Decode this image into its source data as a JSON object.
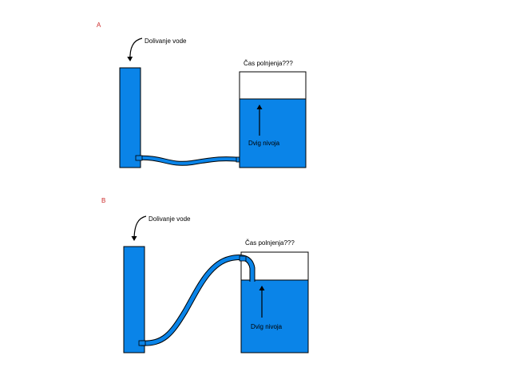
{
  "colors": {
    "water": "#0a84e8",
    "outline": "#000000",
    "panel_letter": "#cc2b2b",
    "background": "#ffffff"
  },
  "panels": [
    {
      "letter": "A",
      "refill_label": "Dolivanje vode",
      "fill_time_label": "Čas polnjenja???",
      "level_rise_label": "Dvig nivoja"
    },
    {
      "letter": "B",
      "refill_label": "Dolivanje vode",
      "fill_time_label": "Čas polnjenja???",
      "level_rise_label": "Dvig nivoja"
    }
  ]
}
